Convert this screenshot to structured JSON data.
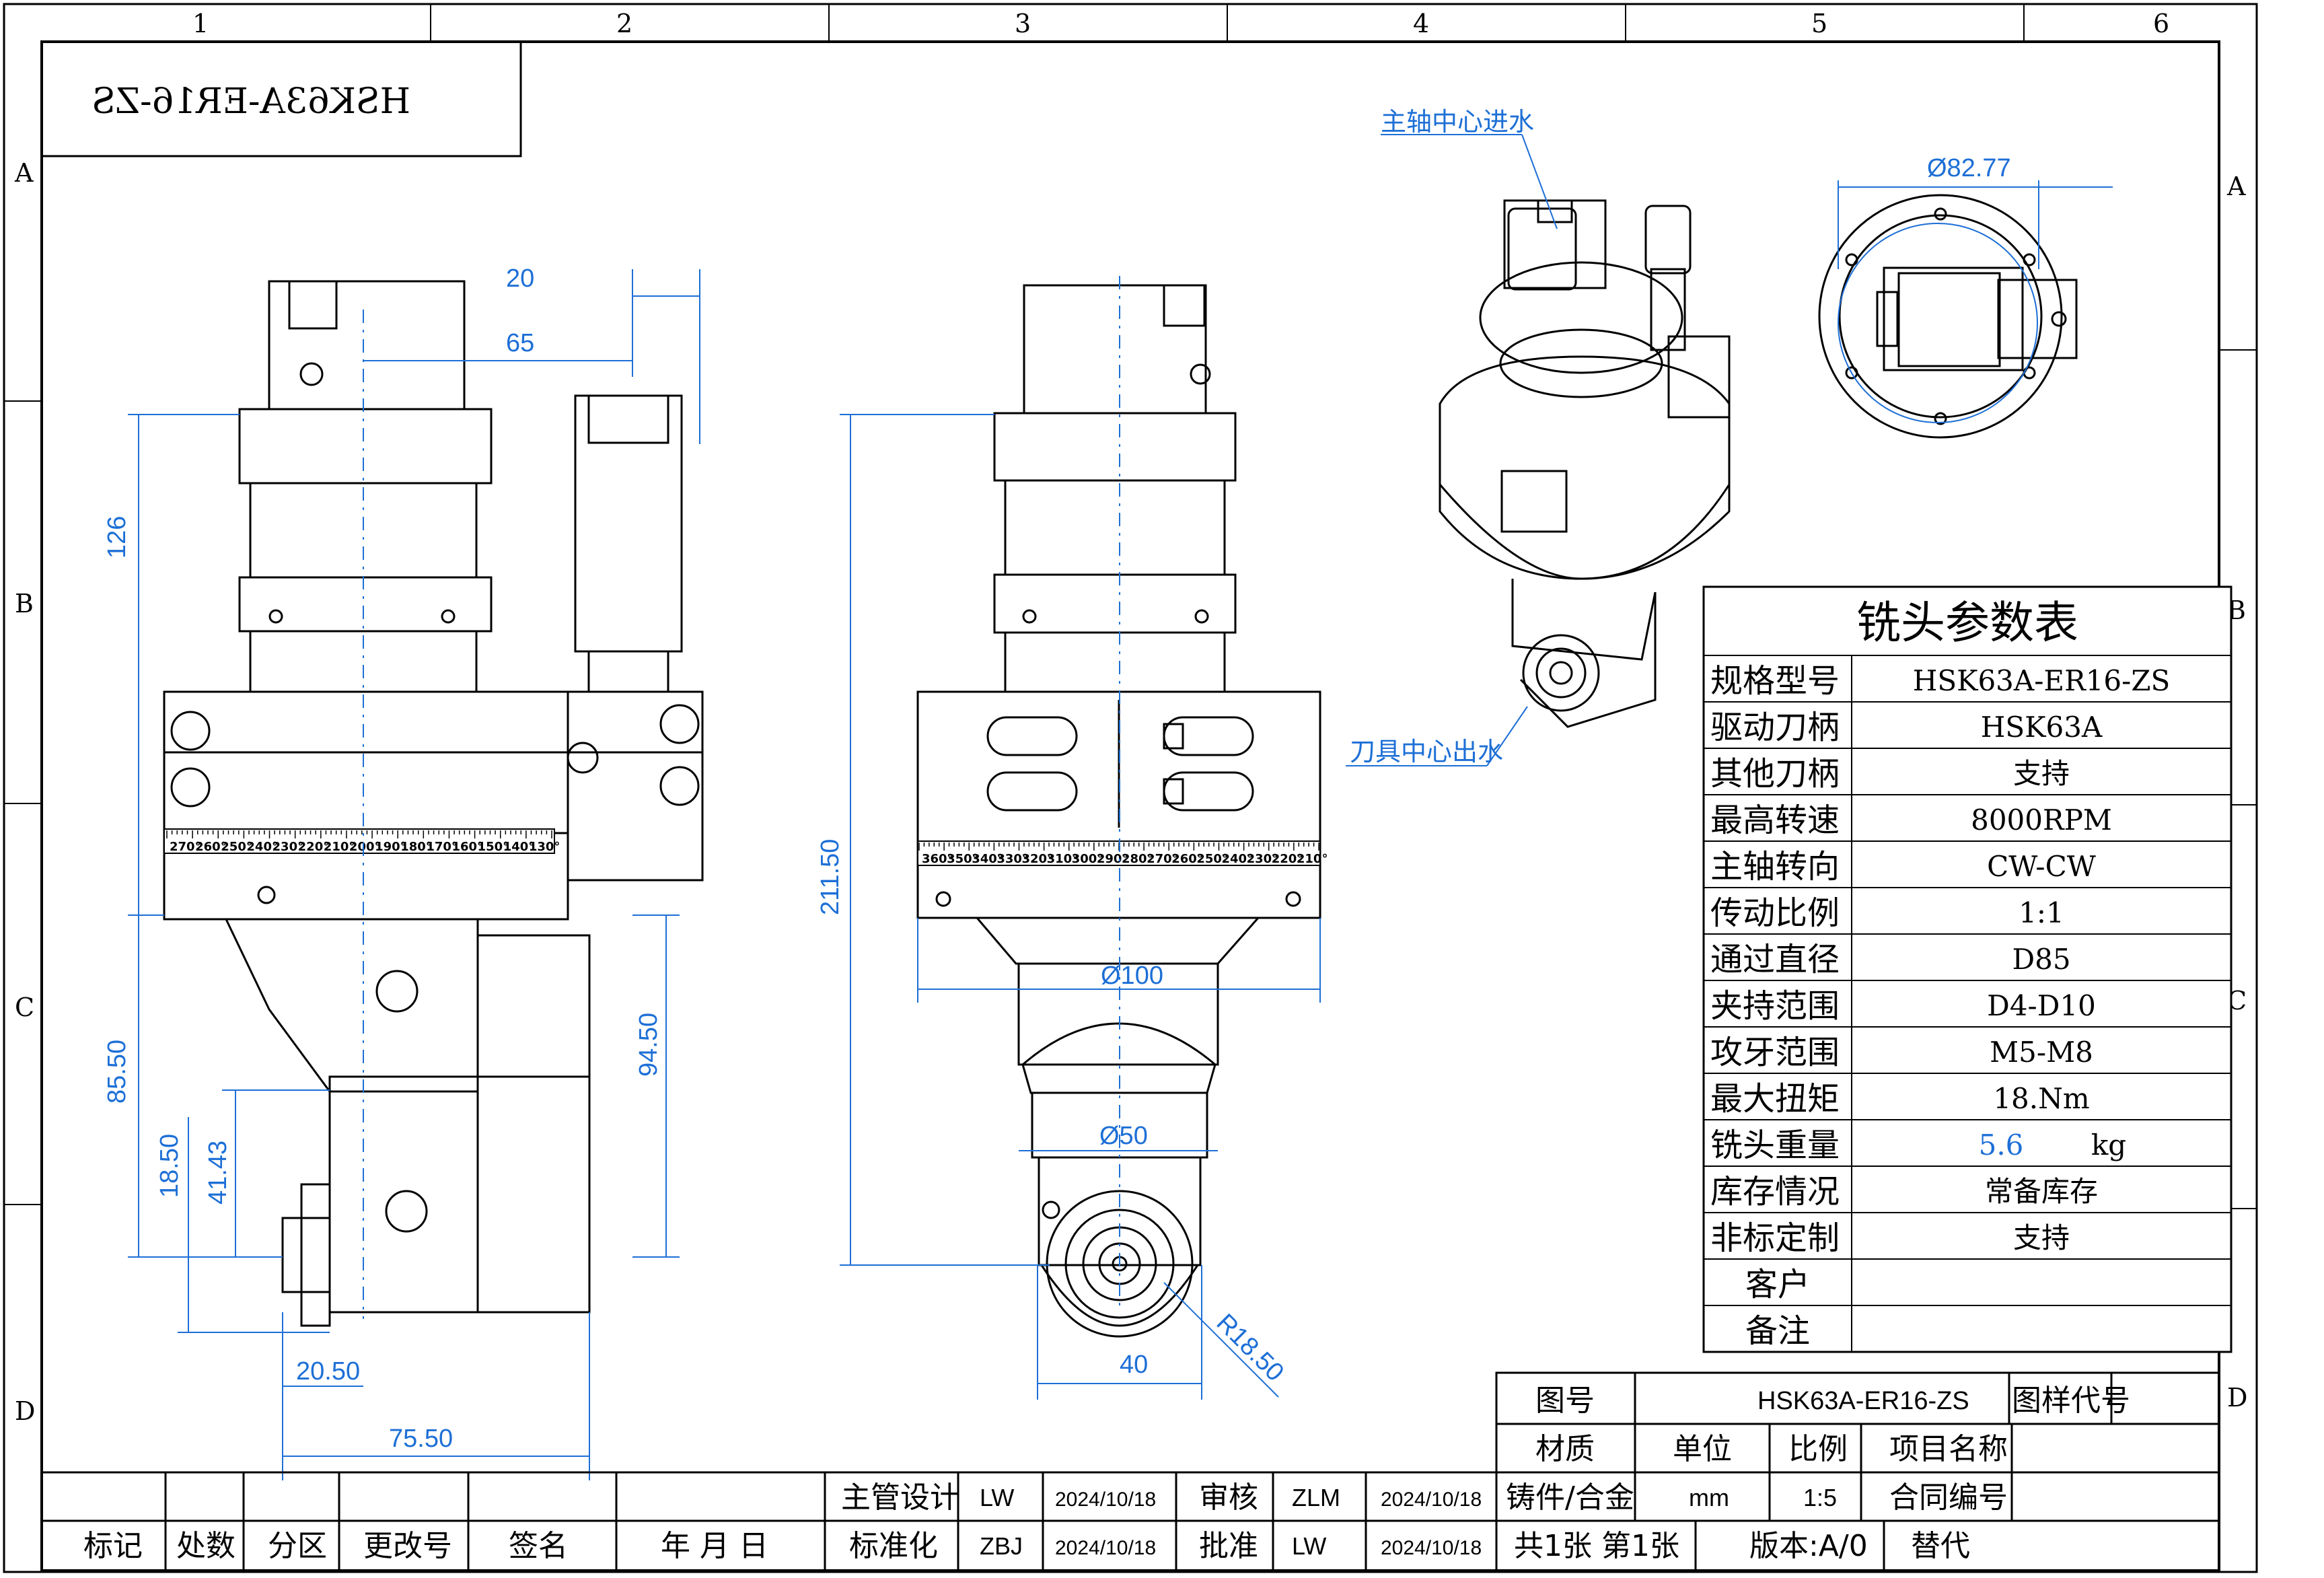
{
  "frame": {
    "col_labels": [
      "1",
      "2",
      "3",
      "4",
      "5",
      "6"
    ],
    "row_labels": [
      "A",
      "B",
      "C",
      "D"
    ]
  },
  "title_block_corner": {
    "mirrored_name": "HSK63A-ER16-ZS"
  },
  "callouts": {
    "inlet": "主轴中心进水",
    "outlet": "刀具中心出水"
  },
  "dimensions": {
    "d20": "20",
    "d65": "65",
    "d126": "126",
    "d85_50": "85.50",
    "d18_50": "18.50",
    "d41_43": "41.43",
    "d94_50": "94.50",
    "d20_50": "20.50",
    "d75_50": "75.50",
    "d211_50": "211.50",
    "d100": "Ø100",
    "d50": "Ø50",
    "d40": "40",
    "r18_50": "R18.50",
    "d82_77": "Ø82.77"
  },
  "scale_ticks": {
    "left": [
      "270°",
      "260°",
      "250°",
      "240°",
      "230°",
      "220°",
      "210°",
      "200°",
      "190°",
      "180°",
      "170°",
      "160°",
      "150°",
      "140°",
      "130°"
    ],
    "mid": [
      "360°",
      "350°",
      "340°",
      "330°",
      "320°",
      "310°",
      "300°",
      "290°",
      "280°",
      "270°",
      "260°",
      "250°",
      "240°",
      "230°",
      "220°",
      "210°"
    ]
  },
  "param_table": {
    "title": "铣头参数表",
    "rows": [
      {
        "label": "规格型号",
        "value": "HSK63A-ER16-ZS"
      },
      {
        "label": "驱动刀柄",
        "value": "HSK63A"
      },
      {
        "label": "其他刀柄",
        "value": "支持"
      },
      {
        "label": "最高转速",
        "value": "8000RPM"
      },
      {
        "label": "主轴转向",
        "value": "CW-CW"
      },
      {
        "label": "传动比例",
        "value": "1:1"
      },
      {
        "label": "通过直径",
        "value": "D85"
      },
      {
        "label": "夹持范围",
        "value": "D4-D10"
      },
      {
        "label": "攻牙范围",
        "value": "M5-M8"
      },
      {
        "label": "最大扭矩",
        "value": "18.Nm"
      },
      {
        "label": "铣头重量",
        "value": "5.6",
        "unit": "kg"
      },
      {
        "label": "库存情况",
        "value": "常备库存"
      },
      {
        "label": "非标定制",
        "value": "支持"
      },
      {
        "label": "客户",
        "value": ""
      },
      {
        "label": "备注",
        "value": ""
      }
    ]
  },
  "title_block": {
    "drawing_no_label": "图号",
    "drawing_no": "HSK63A-ER16-ZS",
    "sample_code_label": "图样代号",
    "material_label": "材质",
    "unit_label": "单位",
    "ratio_label": "比例",
    "project_label": "项目名称",
    "material": "铸件/合金",
    "unit": "mm",
    "ratio": "1:5",
    "contract_label": "合同编号",
    "sheets": "共1张  第1张",
    "version": "版本:A/0",
    "replace": "替代",
    "designer_label": "主管设计",
    "designer": "LW",
    "design_date": "2024/10/18",
    "review_label": "审核",
    "reviewer": "ZLM",
    "review_date": "2024/10/18",
    "std_label": "标准化",
    "std": "ZBJ",
    "std_date": "2024/10/18",
    "approve_label": "批准",
    "approver": "LW",
    "approve_date": "2024/10/18",
    "rev_headers": [
      "标记",
      "处数",
      "分区",
      "更改号",
      "签名",
      "年 月 日"
    ]
  },
  "colors": {
    "dimension": "#1d6fd6",
    "line": "#000000"
  }
}
